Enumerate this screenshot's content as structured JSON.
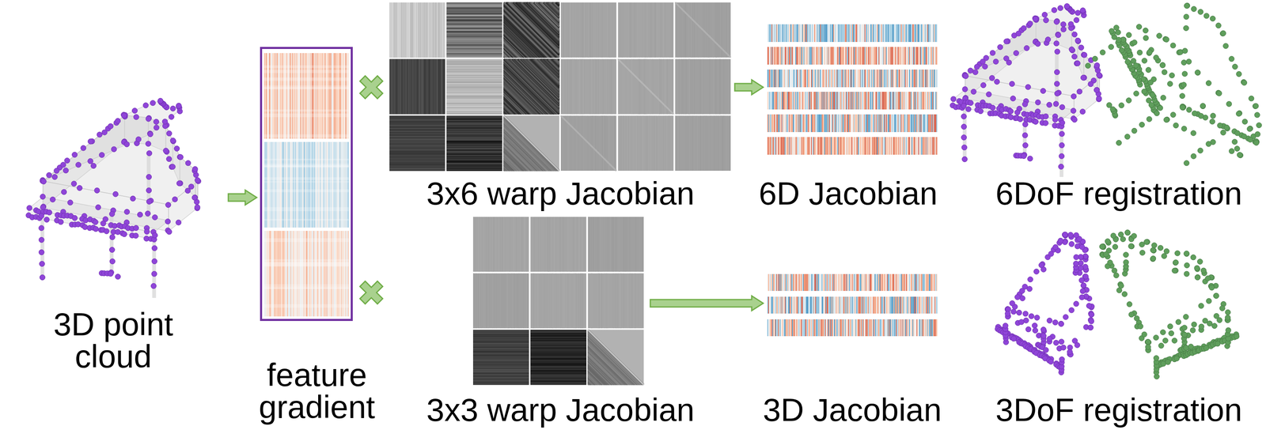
{
  "diagram": {
    "nodes": [
      {
        "text": [
          "3D point cloud"
        ]
      },
      {
        "text": [
          "feature gradient"
        ]
      },
      {
        "text": [
          "3x6 warp Jacobian"
        ]
      },
      {
        "text": [
          "6D Jacobian"
        ]
      },
      {
        "text": [
          "6DoF registration"
        ]
      },
      {
        "text": [
          "3x3 warp Jacobian"
        ]
      },
      {
        "text": [
          "3D Jacobian"
        ]
      },
      {
        "text": [
          "3DoF registration"
        ]
      }
    ],
    "edges": [
      {
        "from": 0,
        "to": 1,
        "arrow": "to"
      },
      {
        "from": 2,
        "to": 3,
        "arrow": "to"
      },
      {
        "from": 5,
        "to": 6,
        "arrow": "to"
      }
    ]
  }
}
